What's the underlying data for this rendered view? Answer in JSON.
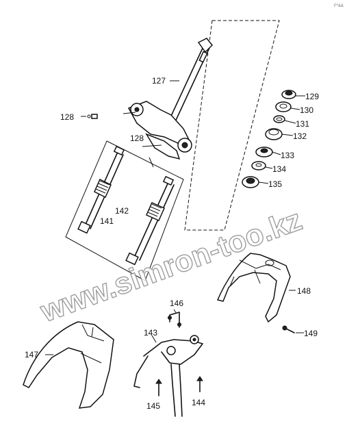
{
  "corner_mark": "F*&&",
  "watermark": "www.simron-too.kz",
  "labels": {
    "p127": "127",
    "p128a": "128",
    "p128b": "128",
    "p129": "129",
    "p130": "130",
    "p131": "131",
    "p132": "132",
    "p133": "133",
    "p134": "134",
    "p135": "135",
    "p141": "141",
    "p142": "142",
    "p143": "143",
    "p144": "144",
    "p145": "145",
    "p146": "146",
    "p147": "147",
    "p148": "148",
    "p149": "149"
  }
}
